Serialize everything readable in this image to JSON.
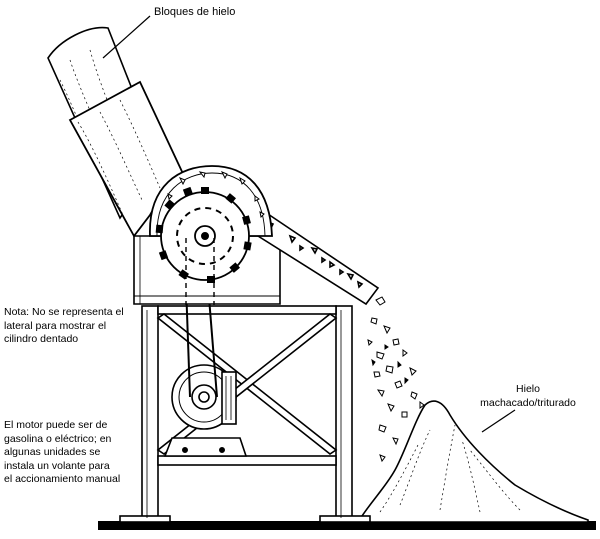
{
  "title": "Trituradora de hielo (diagrama)",
  "labels": {
    "ice_blocks": "Bloques de hielo",
    "note": "Nota: No se representa el\nlateral para mostrar el\ncilindro dentado",
    "motor": "El motor puede ser de\ngasolina o eléctrico; en\nalgunas unidades se\ninstala un volante para\nel accionamiento manual",
    "crushed_ice": "Hielo\nmachacado/triturado"
  },
  "colors": {
    "ink": "#000000",
    "paper": "#ffffff"
  }
}
